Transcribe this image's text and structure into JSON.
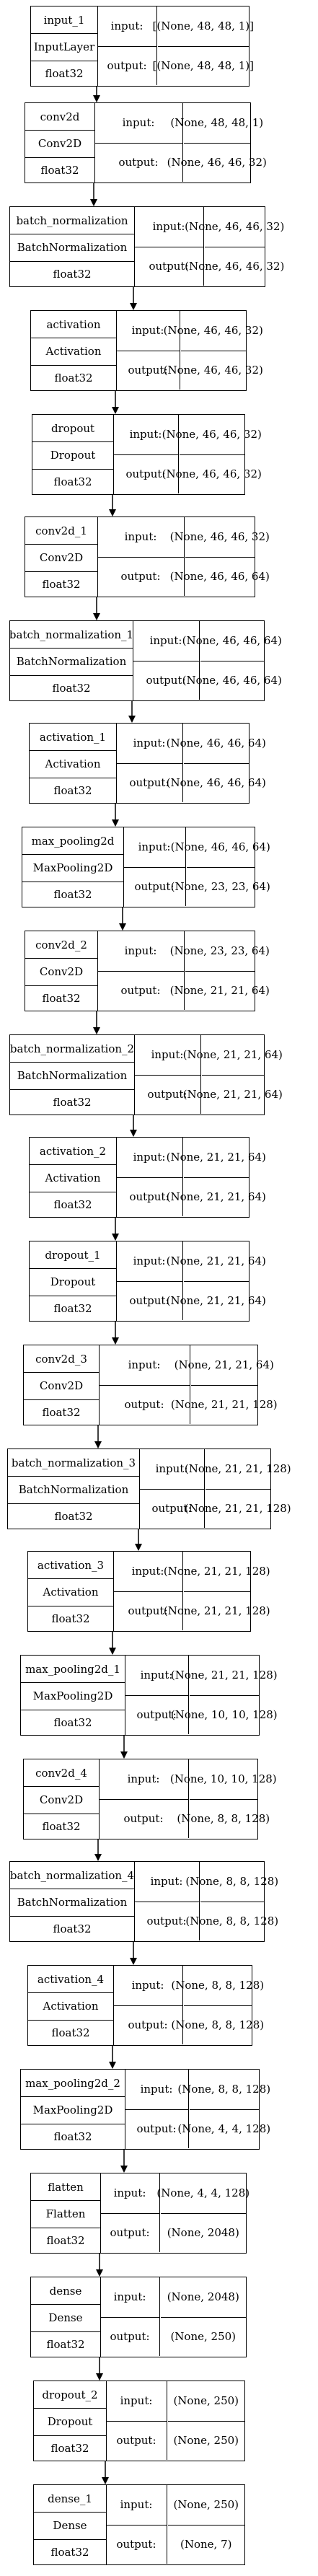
{
  "input_label": "input:",
  "output_label": "output:",
  "layers": [
    {
      "name": "input_1",
      "type": "InputLayer",
      "dtype": "float32",
      "input": "[(None, 48, 48, 1)]",
      "output": "[(None, 48, 48, 1)]"
    },
    {
      "name": "conv2d",
      "type": "Conv2D",
      "dtype": "float32",
      "input": "(None, 48, 48, 1)",
      "output": "(None, 46, 46, 32)"
    },
    {
      "name": "batch_normalization",
      "type": "BatchNormalization",
      "dtype": "float32",
      "input": "(None, 46, 46, 32)",
      "output": "(None, 46, 46, 32)"
    },
    {
      "name": "activation",
      "type": "Activation",
      "dtype": "float32",
      "input": "(None, 46, 46, 32)",
      "output": "(None, 46, 46, 32)"
    },
    {
      "name": "dropout",
      "type": "Dropout",
      "dtype": "float32",
      "input": "(None, 46, 46, 32)",
      "output": "(None, 46, 46, 32)"
    },
    {
      "name": "conv2d_1",
      "type": "Conv2D",
      "dtype": "float32",
      "input": "(None, 46, 46, 32)",
      "output": "(None, 46, 46, 64)"
    },
    {
      "name": "batch_normalization_1",
      "type": "BatchNormalization",
      "dtype": "float32",
      "input": "(None, 46, 46, 64)",
      "output": "(None, 46, 46, 64)"
    },
    {
      "name": "activation_1",
      "type": "Activation",
      "dtype": "float32",
      "input": "(None, 46, 46, 64)",
      "output": "(None, 46, 46, 64)"
    },
    {
      "name": "max_pooling2d",
      "type": "MaxPooling2D",
      "dtype": "float32",
      "input": "(None, 46, 46, 64)",
      "output": "(None, 23, 23, 64)"
    },
    {
      "name": "conv2d_2",
      "type": "Conv2D",
      "dtype": "float32",
      "input": "(None, 23, 23, 64)",
      "output": "(None, 21, 21, 64)"
    },
    {
      "name": "batch_normalization_2",
      "type": "BatchNormalization",
      "dtype": "float32",
      "input": "(None, 21, 21, 64)",
      "output": "(None, 21, 21, 64)"
    },
    {
      "name": "activation_2",
      "type": "Activation",
      "dtype": "float32",
      "input": "(None, 21, 21, 64)",
      "output": "(None, 21, 21, 64)"
    },
    {
      "name": "dropout_1",
      "type": "Dropout",
      "dtype": "float32",
      "input": "(None, 21, 21, 64)",
      "output": "(None, 21, 21, 64)"
    },
    {
      "name": "conv2d_3",
      "type": "Conv2D",
      "dtype": "float32",
      "input": "(None, 21, 21, 64)",
      "output": "(None, 21, 21, 128)"
    },
    {
      "name": "batch_normalization_3",
      "type": "BatchNormalization",
      "dtype": "float32",
      "input": "(None, 21, 21, 128)",
      "output": "(None, 21, 21, 128)"
    },
    {
      "name": "activation_3",
      "type": "Activation",
      "dtype": "float32",
      "input": "(None, 21, 21, 128)",
      "output": "(None, 21, 21, 128)"
    },
    {
      "name": "max_pooling2d_1",
      "type": "MaxPooling2D",
      "dtype": "float32",
      "input": "(None, 21, 21, 128)",
      "output": "(None, 10, 10, 128)"
    },
    {
      "name": "conv2d_4",
      "type": "Conv2D",
      "dtype": "float32",
      "input": "(None, 10, 10, 128)",
      "output": "(None, 8, 8, 128)"
    },
    {
      "name": "batch_normalization_4",
      "type": "BatchNormalization",
      "dtype": "float32",
      "input": "(None, 8, 8, 128)",
      "output": "(None, 8, 8, 128)"
    },
    {
      "name": "activation_4",
      "type": "Activation",
      "dtype": "float32",
      "input": "(None, 8, 8, 128)",
      "output": "(None, 8, 8, 128)"
    },
    {
      "name": "max_pooling2d_2",
      "type": "MaxPooling2D",
      "dtype": "float32",
      "input": "(None, 8, 8, 128)",
      "output": "(None, 4, 4, 128)"
    },
    {
      "name": "flatten",
      "type": "Flatten",
      "dtype": "float32",
      "input": "(None, 4, 4, 128)",
      "output": "(None, 2048)"
    },
    {
      "name": "dense",
      "type": "Dense",
      "dtype": "float32",
      "input": "(None, 2048)",
      "output": "(None, 250)"
    },
    {
      "name": "dropout_2",
      "type": "Dropout",
      "dtype": "float32",
      "input": "(None, 250)",
      "output": "(None, 250)"
    },
    {
      "name": "dense_1",
      "type": "Dense",
      "dtype": "float32",
      "input": "(None, 250)",
      "output": "(None, 7)"
    }
  ]
}
